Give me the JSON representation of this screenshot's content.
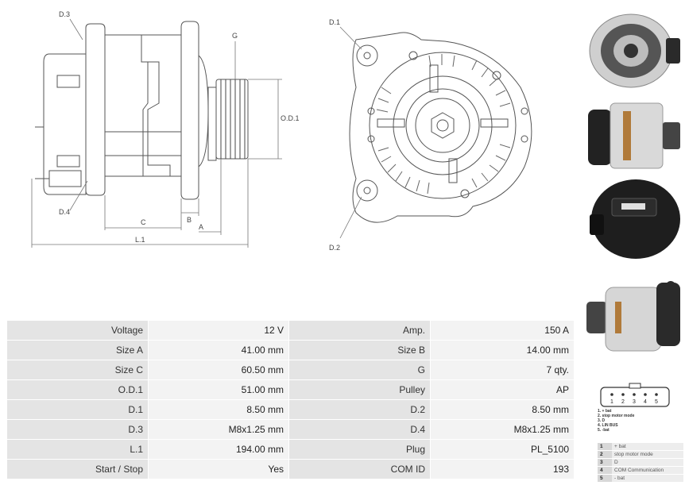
{
  "drawing_labels": {
    "d3": "D.3",
    "g": "G",
    "od1": "O.D.1",
    "d4": "D.4",
    "c": "C",
    "b": "B",
    "a": "A",
    "l1": "L.1",
    "d1": "D.1",
    "d2": "D.2"
  },
  "photos": [
    "alternator-front-view",
    "alternator-side-view",
    "alternator-rear-view",
    "alternator-angled-view"
  ],
  "specs": [
    {
      "k1": "Voltage",
      "v1": "12 V",
      "k2": "Amp.",
      "v2": "150 A"
    },
    {
      "k1": "Size A",
      "v1": "41.00 mm",
      "k2": "Size B",
      "v2": "14.00 mm"
    },
    {
      "k1": "Size C",
      "v1": "60.50 mm",
      "k2": "G",
      "v2": "7 qty."
    },
    {
      "k1": "O.D.1",
      "v1": "51.00 mm",
      "k2": "Pulley",
      "v2": "AP"
    },
    {
      "k1": "D.1",
      "v1": "8.50 mm",
      "k2": "D.2",
      "v2": "8.50 mm"
    },
    {
      "k1": "D.3",
      "v1": "M8x1.25 mm",
      "k2": "D.4",
      "v2": "M8x1.25 mm"
    },
    {
      "k1": "L.1",
      "v1": "194.00 mm",
      "k2": "Plug",
      "v2": "PL_5100"
    },
    {
      "k1": "Start / Stop",
      "v1": "Yes",
      "k2": "COM ID",
      "v2": "193"
    }
  ],
  "connector": {
    "pins": [
      "1",
      "2",
      "3",
      "4",
      "5"
    ],
    "legend_small": [
      "1. + bat",
      "2. stop motor mode",
      "3. D",
      "4. LIN BUS",
      "5. -bat"
    ],
    "legend": [
      {
        "n": "1",
        "t": "+ bat"
      },
      {
        "n": "2",
        "t": "stop motor mode"
      },
      {
        "n": "3",
        "t": "D"
      },
      {
        "n": "4",
        "t": "COM Communication"
      },
      {
        "n": "5",
        "t": "- bat"
      }
    ]
  }
}
